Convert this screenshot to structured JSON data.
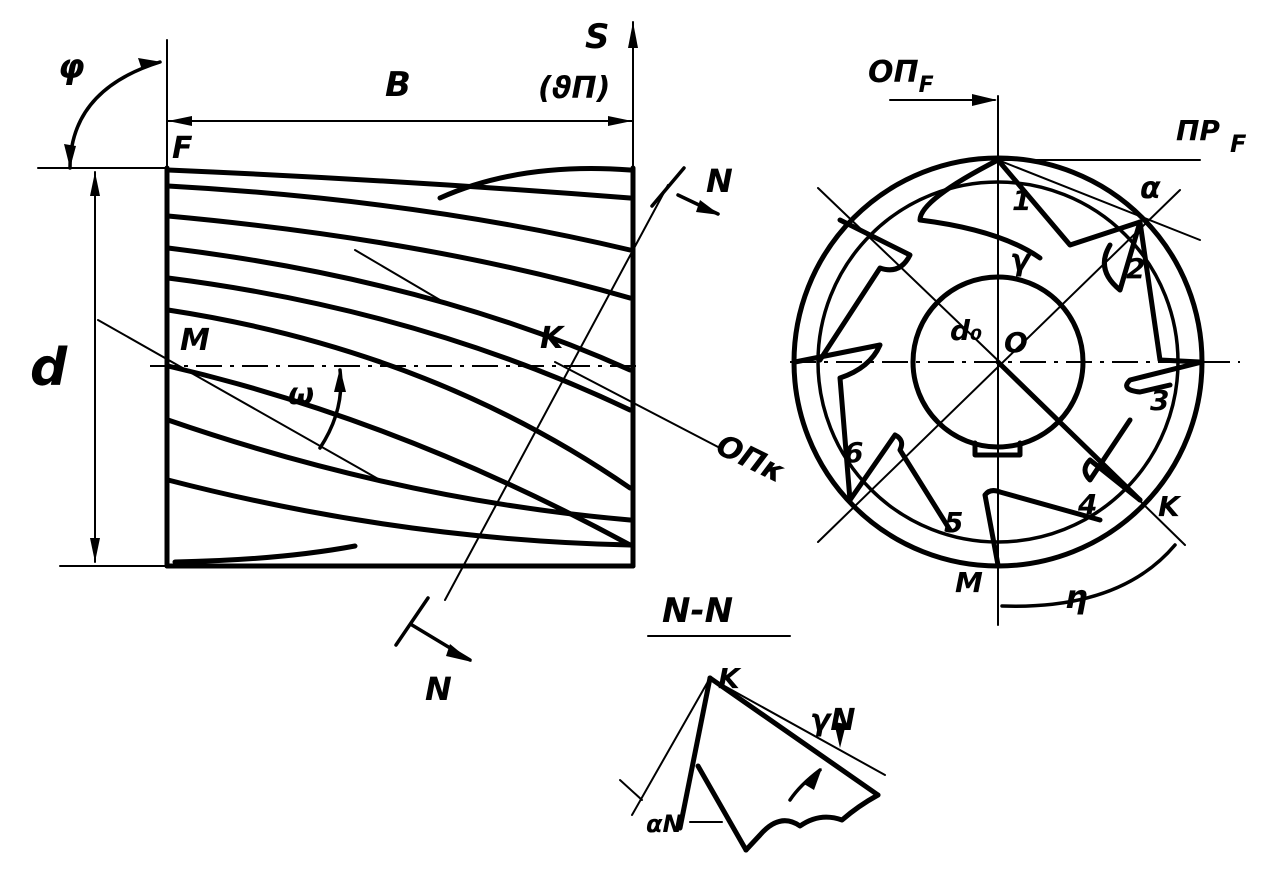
{
  "labels": {
    "phi": "φ",
    "b": "B",
    "s": "S",
    "dp": "(ϑП)",
    "f": "F",
    "d": "d",
    "m": "M",
    "omega": "ω",
    "k": "K",
    "n_upper": "N",
    "n_lower": "N",
    "op_k": "ΟΠκ",
    "op_f_main": "ΟΠ",
    "op_f_sub": "F",
    "pr_f_main": "ΠΡ",
    "pr_f_sub": "F",
    "alpha": "α",
    "gamma": "γ",
    "d0": "d₀",
    "center_o": "O",
    "tooth_1": "1",
    "tooth_2": "2",
    "tooth_3": "3",
    "tooth_4": "4",
    "tooth_5": "5",
    "tooth_6": "6",
    "k_end": "K",
    "m_end": "M",
    "eta": "η",
    "section_title": "N-N",
    "section_k": "K",
    "gamma_n": "γN",
    "alpha_n": "αN"
  }
}
